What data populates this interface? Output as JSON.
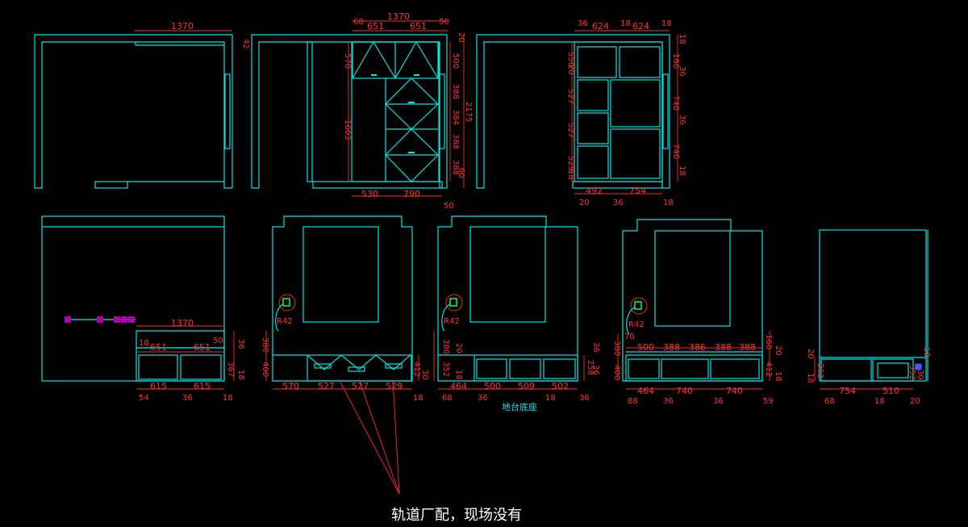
{
  "note": {
    "text": "轨道厂配，现场没有"
  },
  "base_label": "地台底座",
  "elev1": {
    "top": "1370",
    "right": "42"
  },
  "elev2": {
    "top": "1370",
    "top_left": "68",
    "top_right": "50",
    "upper": [
      "651",
      "651"
    ],
    "left_v": [
      "570",
      "1603"
    ],
    "right_v": [
      "500",
      "388",
      "384",
      "388",
      "388"
    ],
    "right_total": "2175",
    "right_small": [
      "20",
      "60"
    ],
    "bottom": [
      "530",
      "790"
    ],
    "bottom_right": "50"
  },
  "elev3": {
    "top": [
      "36",
      "624",
      "18",
      "624",
      "18"
    ],
    "left_v": [
      "550",
      "20",
      "527",
      "527",
      "529",
      "18"
    ],
    "right_v": [
      "18",
      "160",
      "36",
      "740",
      "36",
      "740",
      "18"
    ],
    "bottom": [
      "492",
      "754"
    ],
    "bottom_small": [
      "20",
      "36",
      "18"
    ]
  },
  "plan1": {
    "top": "1370",
    "top_small": [
      "18",
      "50",
      "36"
    ],
    "mid": [
      "651",
      "651"
    ],
    "right": [
      "367",
      "18"
    ],
    "bottom": [
      "615",
      "615"
    ],
    "bottom_small": [
      "54",
      "36",
      "18"
    ]
  },
  "plan2": {
    "radius": "R42",
    "left_v": [
      "380",
      "400"
    ],
    "bottom": [
      "570",
      "527",
      "527",
      "529"
    ],
    "bottom_small": [
      "18"
    ],
    "right": [
      "412",
      "30"
    ]
  },
  "plan3": {
    "radius": "R42",
    "left_v": [
      "380",
      "20",
      "352",
      "18"
    ],
    "bottom": [
      "464",
      "500",
      "509",
      "502"
    ],
    "bottom_small": [
      "68",
      "36",
      "18",
      "36"
    ],
    "right": [
      "36",
      "258",
      "36"
    ]
  },
  "plan4": {
    "radius": "R42",
    "left_v": [
      "380",
      "70",
      "400"
    ],
    "top": [
      "500",
      "388",
      "386",
      "388",
      "388"
    ],
    "bottom": [
      "464",
      "740",
      "740"
    ],
    "bottom_small": [
      "88",
      "36",
      "36",
      "59"
    ],
    "right": [
      "160",
      "20",
      "412",
      "18"
    ]
  },
  "plan5": {
    "left_v": [
      "20",
      "362",
      "18"
    ],
    "bottom": [
      "754",
      "510"
    ],
    "bottom_small": [
      "68",
      "18",
      "20"
    ],
    "right": [
      "18",
      "352",
      "30"
    ]
  }
}
